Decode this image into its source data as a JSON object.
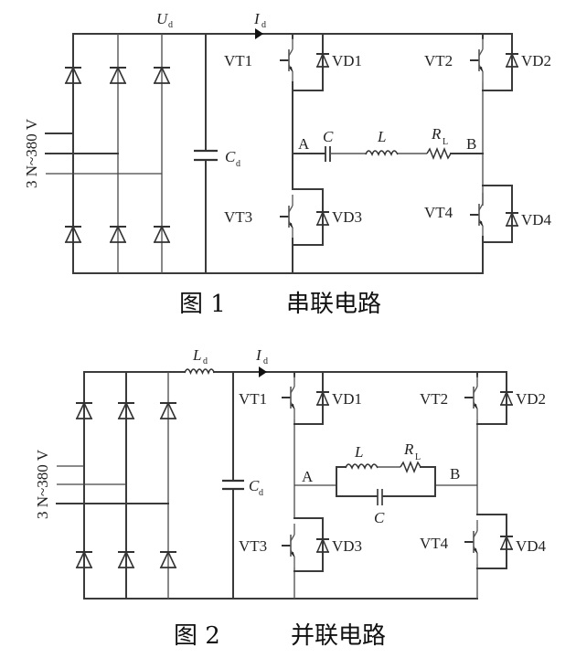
{
  "figures": [
    {
      "id": "fig1",
      "caption_number": "图 1",
      "caption_title": "串联电路",
      "supply_label": "3 N~380 V",
      "dc_voltage_label": "U",
      "dc_voltage_sub": "d",
      "dc_current_label": "I",
      "dc_current_sub": "d",
      "dc_capacitor_label": "C",
      "dc_capacitor_sub": "d",
      "node_a": "A",
      "node_b": "B",
      "load_capacitor": "C",
      "load_inductor": "L",
      "load_resistor": "R",
      "load_resistor_sub": "L",
      "transistors": [
        "VT1",
        "VT2",
        "VT3",
        "VT4"
      ],
      "diodes": [
        "VD1",
        "VD2",
        "VD3",
        "VD4"
      ],
      "load_topology": "series"
    },
    {
      "id": "fig2",
      "caption_number": "图 2",
      "caption_title": "并联电路",
      "supply_label": "3 N~380 V",
      "dc_inductor_label": "L",
      "dc_inductor_sub": "d",
      "dc_current_label": "I",
      "dc_current_sub": "d",
      "dc_capacitor_label": "C",
      "dc_capacitor_sub": "d",
      "node_a": "A",
      "node_b": "B",
      "load_capacitor": "C",
      "load_inductor": "L",
      "load_resistor": "R",
      "load_resistor_sub": "L",
      "transistors": [
        "VT1",
        "VT2",
        "VT3",
        "VT4"
      ],
      "diodes": [
        "VD1",
        "VD2",
        "VD3",
        "VD4"
      ],
      "load_topology": "parallel"
    }
  ]
}
